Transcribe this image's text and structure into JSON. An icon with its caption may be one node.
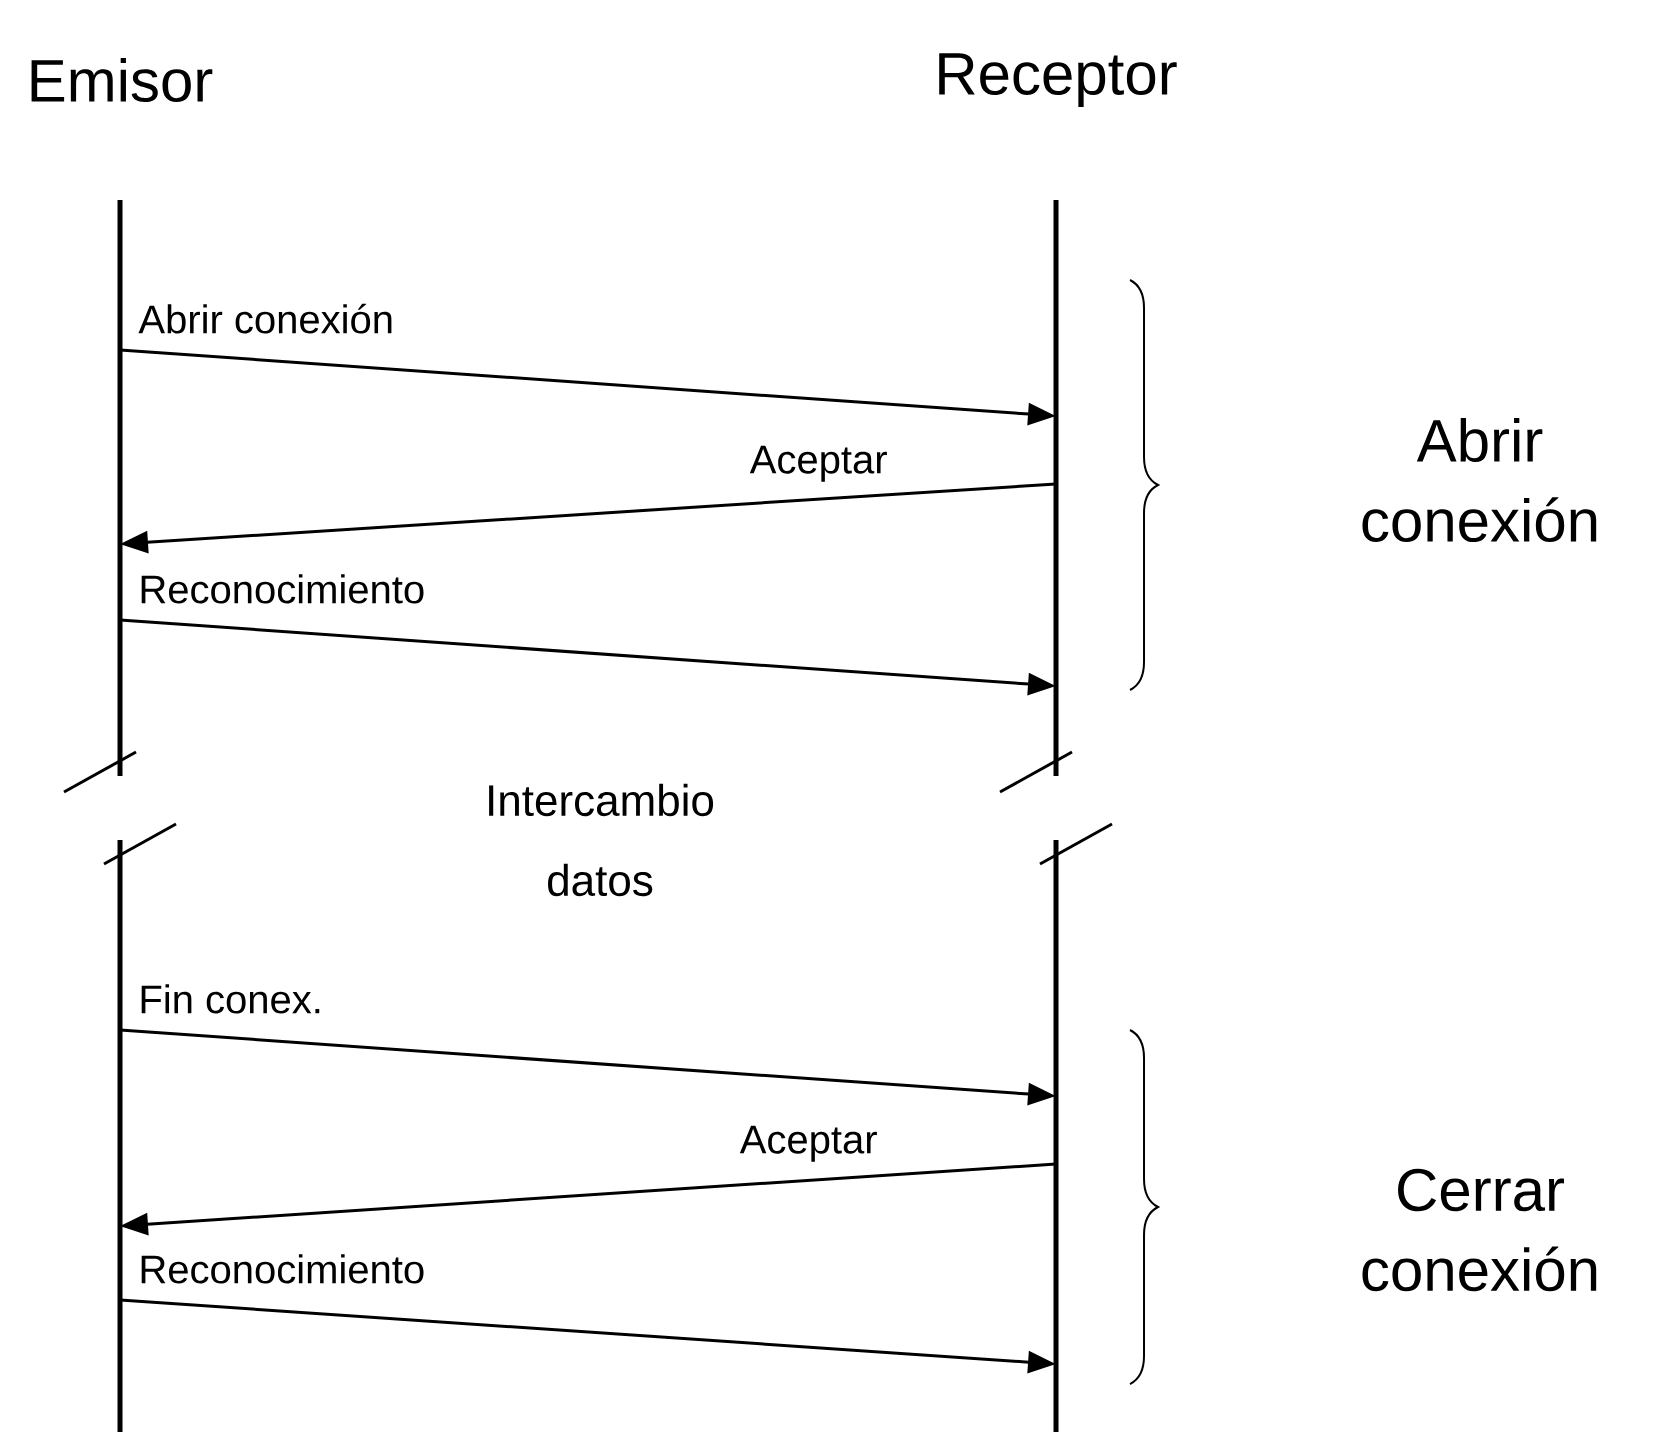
{
  "diagram": {
    "nodes": [
      {
        "text": [
          "Emisor"
        ]
      },
      {
        "text": [
          "Receptor"
        ]
      }
    ],
    "edges": [
      {
        "from": 0,
        "to": 1,
        "arrow": "to",
        "label": "Abrir conexión"
      },
      {
        "from": 1,
        "to": 0,
        "arrow": "to",
        "label": "Aceptar"
      },
      {
        "from": 0,
        "to": 1,
        "arrow": "to",
        "label": "Reconocimiento"
      },
      {
        "from": 0,
        "to": 1,
        "arrow": "to",
        "label": "Fin conex."
      },
      {
        "from": 1,
        "to": 0,
        "arrow": "to",
        "label": "Aceptar"
      },
      {
        "from": 0,
        "to": 1,
        "arrow": "to",
        "label": "Reconocimiento"
      }
    ],
    "labels": [
      "Abrir conexión",
      "Intercambio datos",
      "Cerrar conexión"
    ]
  }
}
